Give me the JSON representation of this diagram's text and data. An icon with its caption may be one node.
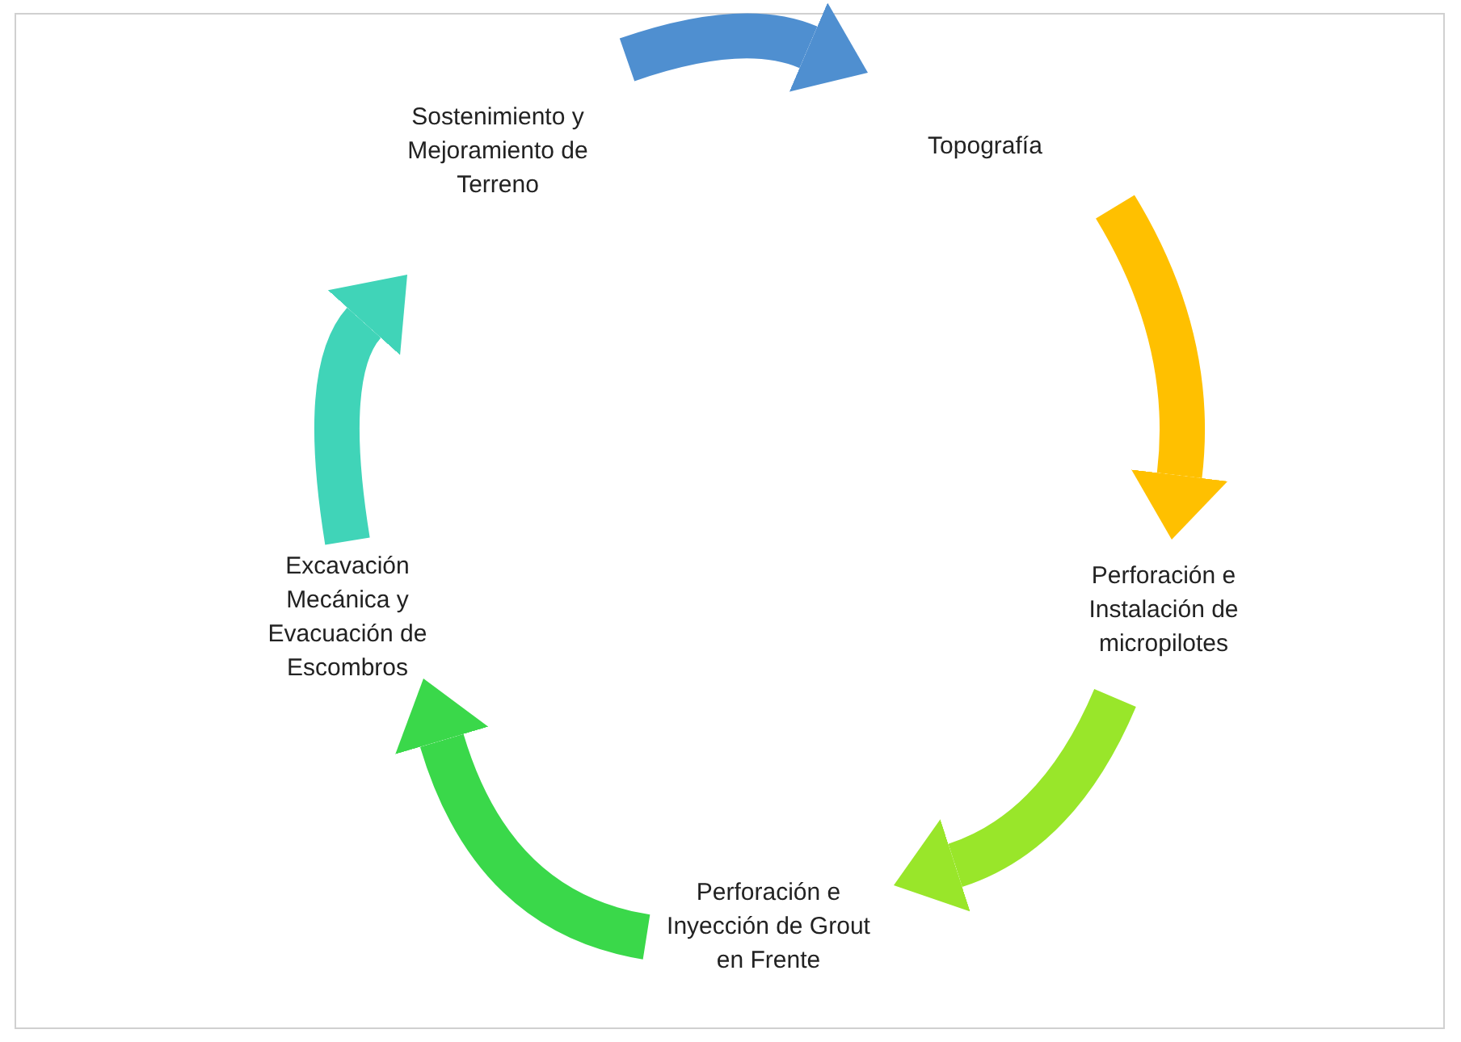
{
  "diagram": {
    "nodes": [
      {
        "text": [
          "Sostenimiento y Mejoramiento de Terreno"
        ]
      },
      {
        "text": [
          "Topografía"
        ]
      },
      {
        "text": [
          "Perforación e Instalación de micropilotes"
        ]
      },
      {
        "text": [
          "Perforación e Inyección de Grout en Frente"
        ]
      },
      {
        "text": [
          "Excavación Mecánica y Evacuación de Escombros"
        ]
      }
    ],
    "edges": [
      {
        "from": 0,
        "to": 1,
        "arrow": "to",
        "color": "#4f8fd0"
      },
      {
        "from": 1,
        "to": 2,
        "arrow": "to",
        "color": "#ffc000"
      },
      {
        "from": 2,
        "to": 3,
        "arrow": "to",
        "color": "#99e62a"
      },
      {
        "from": 3,
        "to": 4,
        "arrow": "to",
        "color": "#3ad84a"
      },
      {
        "from": 4,
        "to": 0,
        "arrow": "to",
        "color": "#40d4b8"
      }
    ]
  }
}
